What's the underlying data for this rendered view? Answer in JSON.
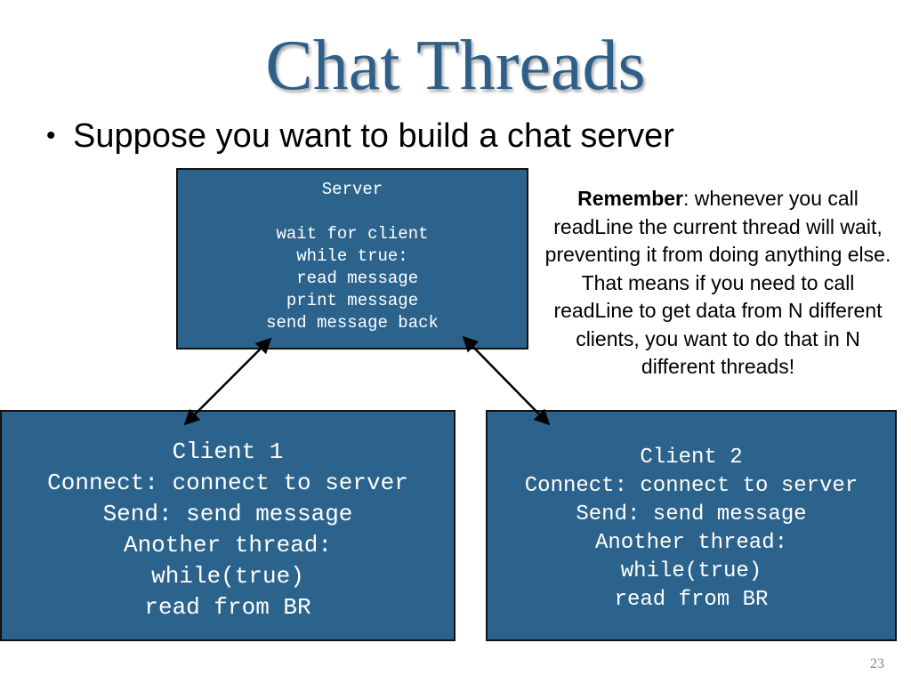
{
  "slide": {
    "title": "Chat Threads",
    "bullet": "Suppose you want to build a chat server",
    "bullet_symbol": "•",
    "page_number": "23"
  },
  "server_box": {
    "lines": [
      "Server",
      "",
      "wait for client",
      "while true:",
      " read message",
      "print message",
      "send message back"
    ]
  },
  "client1_box": {
    "lines": [
      "Client 1",
      "Connect: connect to server",
      "Send: send message",
      "Another thread:",
      "while(true)",
      "read from BR"
    ]
  },
  "client2_box": {
    "lines": [
      "Client 2",
      "Connect: connect to server",
      "Send: send message",
      "Another thread:",
      "while(true)",
      "read from BR"
    ]
  },
  "note": {
    "bold_label": "Remember",
    "text": ": whenever you call readLine the current thread will wait, preventing it from doing anything else. That means if you need to call readLine to get data from N different clients, you want to do that in N different threads!"
  },
  "colors": {
    "title": "#2d5f8a",
    "box_fill": "#2b638d",
    "box_border": "#111111",
    "box_text": "#ffffff",
    "arrow": "#000000"
  }
}
